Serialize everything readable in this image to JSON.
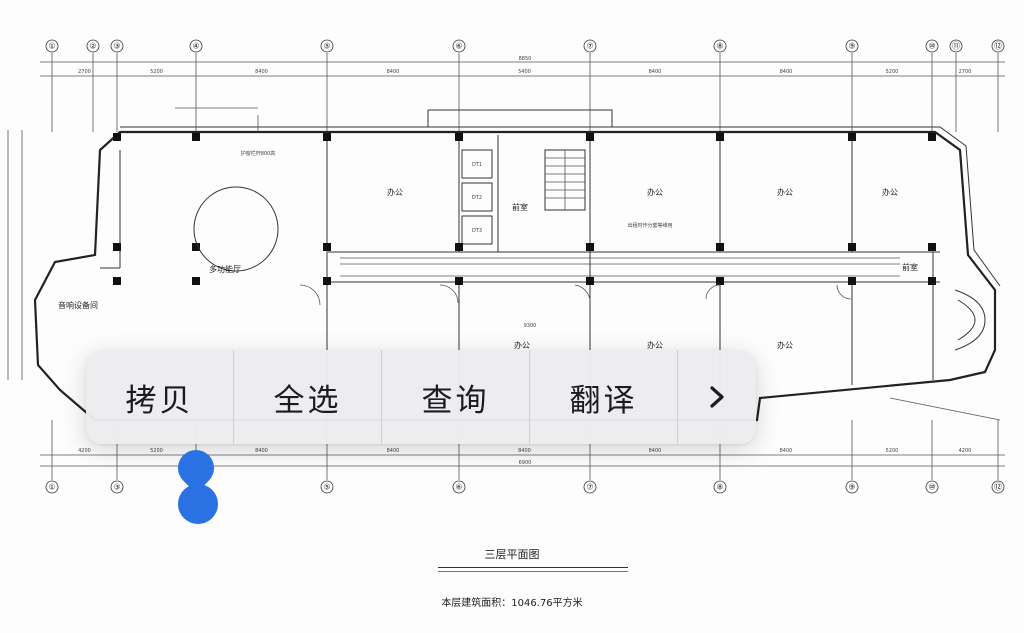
{
  "plan": {
    "axis_top": [
      "①",
      "②",
      "③",
      "④",
      "⑤",
      "⑥",
      "⑦",
      "⑧",
      "⑨",
      "⑩",
      "⑪",
      "⑫"
    ],
    "axis_bottom": [
      "①",
      "③",
      "④",
      "⑤",
      "⑥",
      "⑦",
      "⑧",
      "⑨",
      "⑩",
      "⑫"
    ],
    "dims_top": [
      "2700",
      "5200",
      "8400",
      "8400",
      "5400",
      "8400",
      "8400",
      "5200",
      "2700"
    ],
    "dims_bottom": [
      "4200",
      "5200",
      "8400",
      "8400",
      "8400",
      "8400",
      "8400",
      "5200",
      "4200"
    ],
    "total_dim_top": "8850",
    "total_dim_bottom": "6900",
    "rooms": {
      "office": "办公",
      "hall": "多功能厅",
      "equip": "音响设备间",
      "front": "前室",
      "front2": "前室"
    },
    "annotations": {
      "a1": "9300",
      "a2": "出租时作分套等维用",
      "a3": "护窗栏杆800高"
    },
    "title": "三层平面图",
    "area": "本层建筑面积：1046.76平方米"
  },
  "menu": {
    "copy": "拷贝",
    "select_all": "全选",
    "lookup": "查询",
    "translate": "翻译"
  },
  "colors": {
    "handle": "#2a72e3",
    "menu_bg": "#ececee"
  }
}
